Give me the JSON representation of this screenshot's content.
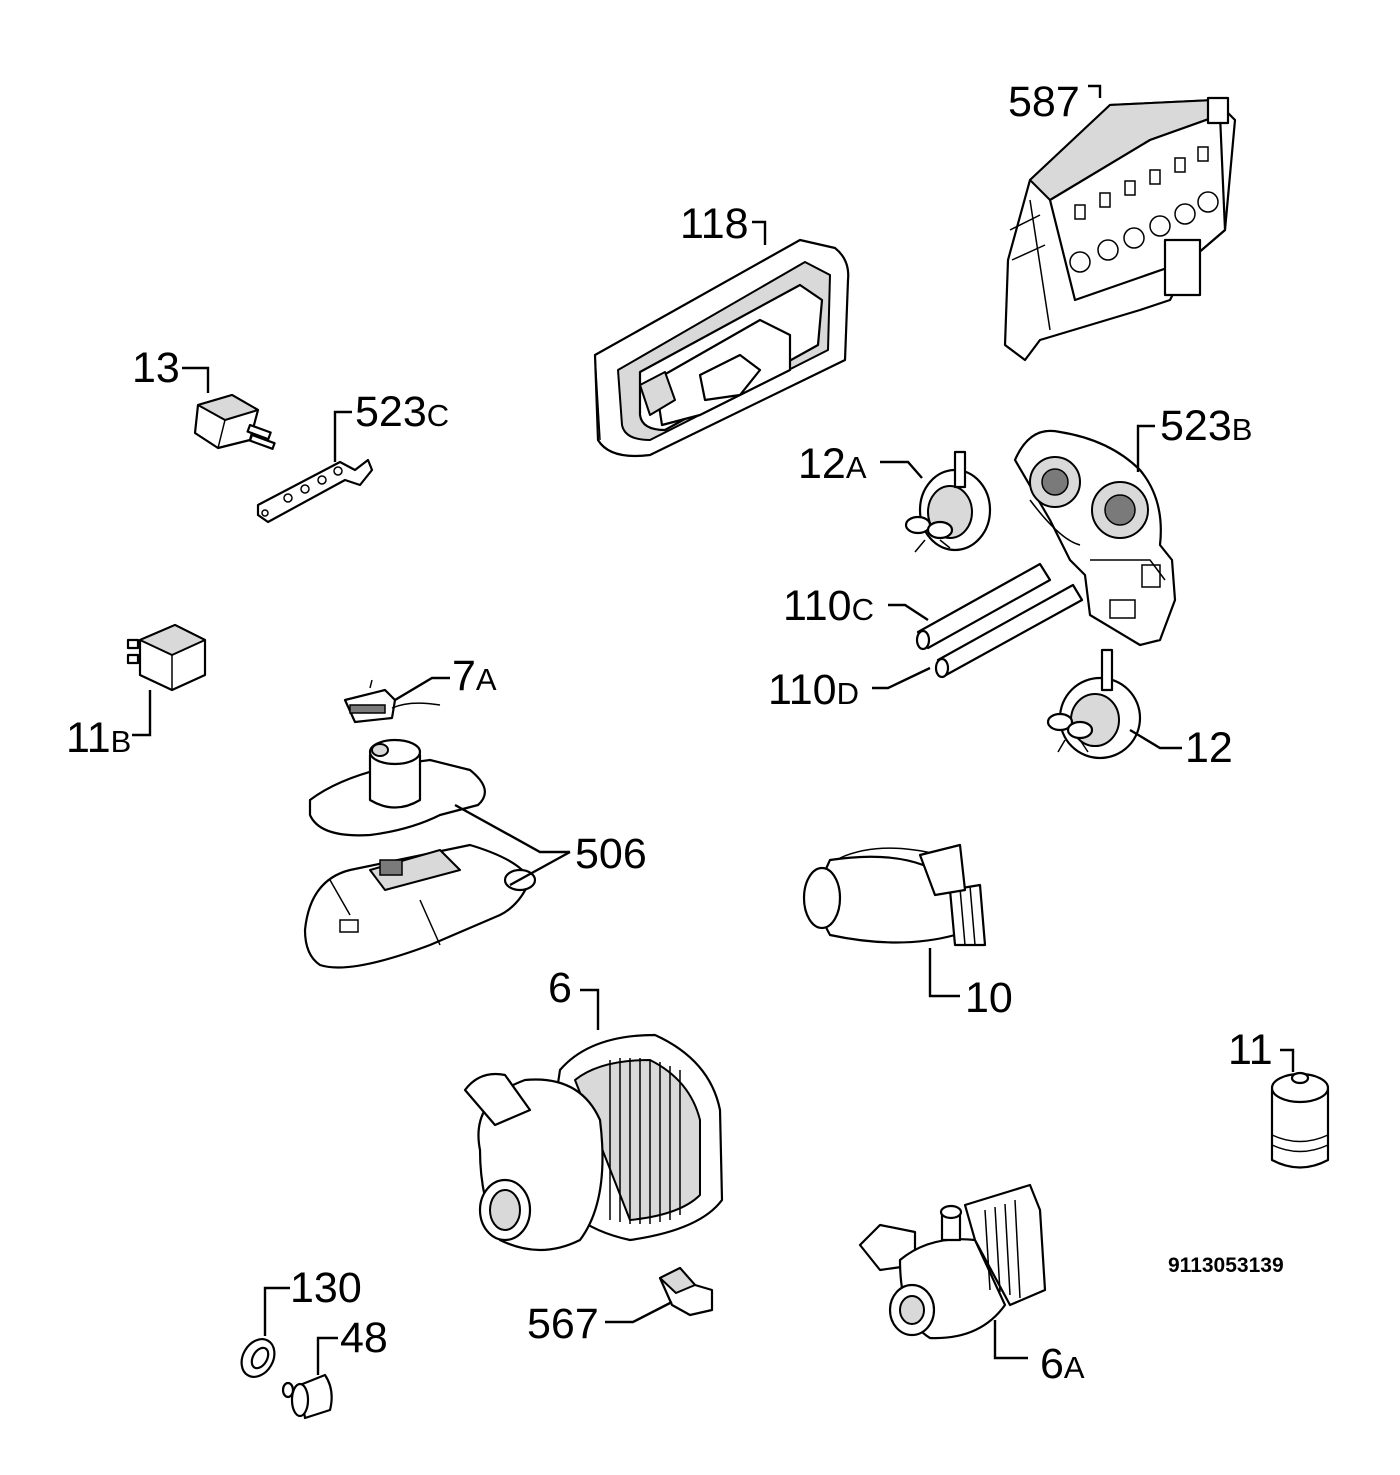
{
  "labels": {
    "p587": {
      "num": "587",
      "suf": ""
    },
    "p118": {
      "num": "118",
      "suf": ""
    },
    "p13": {
      "num": "13",
      "suf": ""
    },
    "p523c": {
      "num": "523",
      "suf": "C"
    },
    "p523b": {
      "num": "523",
      "suf": "B"
    },
    "p12a": {
      "num": "12",
      "suf": "A"
    },
    "p110c": {
      "num": "110",
      "suf": "C"
    },
    "p110d": {
      "num": "110",
      "suf": "D"
    },
    "p12": {
      "num": "12",
      "suf": ""
    },
    "p11b": {
      "num": "11",
      "suf": "B"
    },
    "p7a": {
      "num": "7",
      "suf": "A"
    },
    "p506": {
      "num": "506",
      "suf": ""
    },
    "p10": {
      "num": "10",
      "suf": ""
    },
    "p6": {
      "num": "6",
      "suf": ""
    },
    "p11": {
      "num": "11",
      "suf": ""
    },
    "p130": {
      "num": "130",
      "suf": ""
    },
    "p48": {
      "num": "48",
      "suf": ""
    },
    "p567": {
      "num": "567",
      "suf": ""
    },
    "p6a": {
      "num": "6",
      "suf": "A"
    }
  },
  "diagram_code": "9113053139"
}
